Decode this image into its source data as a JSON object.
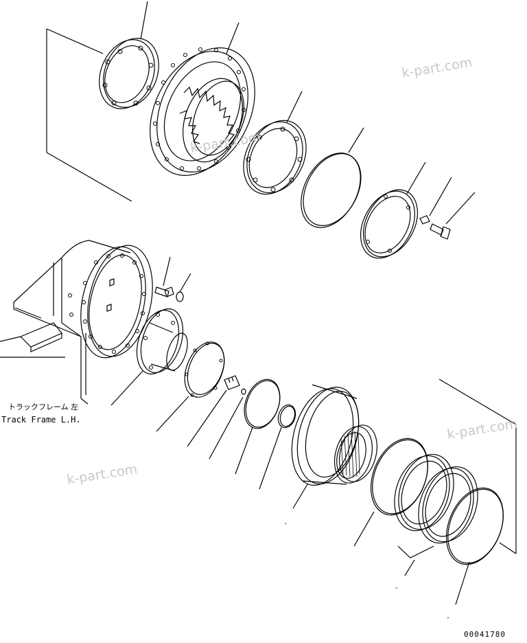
{
  "labels": {
    "track_frame_jp": "トラックフレーム 左",
    "track_frame_en": "Track Frame L.H.",
    "drawing_number": "00041780"
  },
  "watermark": "k-part.com",
  "callout_marks": [
    "-",
    "-",
    "-"
  ],
  "colors": {
    "line": "#000000",
    "watermark": "#c8c8c8",
    "background": "#ffffff"
  }
}
